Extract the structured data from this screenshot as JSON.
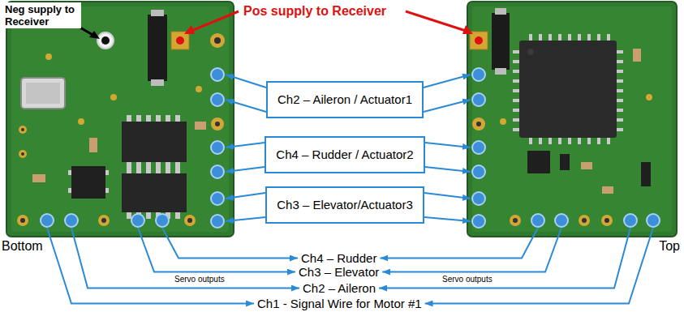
{
  "diagram": {
    "nodes": [
      {
        "text": [
          "Bottom"
        ]
      },
      {
        "text": [
          "Ch2 – Aileron / Actuator1"
        ]
      },
      {
        "text": [
          "Ch4 – Rudder / Actuator2"
        ]
      },
      {
        "text": [
          "Ch3 – Elevator/Actuator3"
        ]
      },
      {
        "text": [
          "Top"
        ]
      }
    ],
    "edges": [
      {
        "from": 1,
        "to": 0,
        "arrow": "to"
      },
      {
        "from": 1,
        "to": 0,
        "arrow": "to"
      },
      {
        "from": 1,
        "to": 4,
        "arrow": "to"
      },
      {
        "from": 1,
        "to": 4,
        "arrow": "to"
      },
      {
        "from": 2,
        "to": 0,
        "arrow": "to"
      },
      {
        "from": 2,
        "to": 0,
        "arrow": "to"
      },
      {
        "from": 2,
        "to": 4,
        "arrow": "to"
      },
      {
        "from": 2,
        "to": 4,
        "arrow": "to"
      },
      {
        "from": 3,
        "to": 0,
        "arrow": "to"
      },
      {
        "from": 3,
        "to": 0,
        "arrow": "to"
      },
      {
        "from": 3,
        "to": 4,
        "arrow": "to"
      },
      {
        "from": 3,
        "to": 4,
        "arrow": "to"
      }
    ],
    "labels": [
      "Neg supply to Receiver",
      "Pos supply to Receiver",
      "Ch4 – Rudder",
      "Ch3 – Elevator",
      "Servo outputs",
      "Ch2 – Aileron",
      "Servo outputs",
      "Ch1 - Signal Wire for Motor #1"
    ]
  }
}
